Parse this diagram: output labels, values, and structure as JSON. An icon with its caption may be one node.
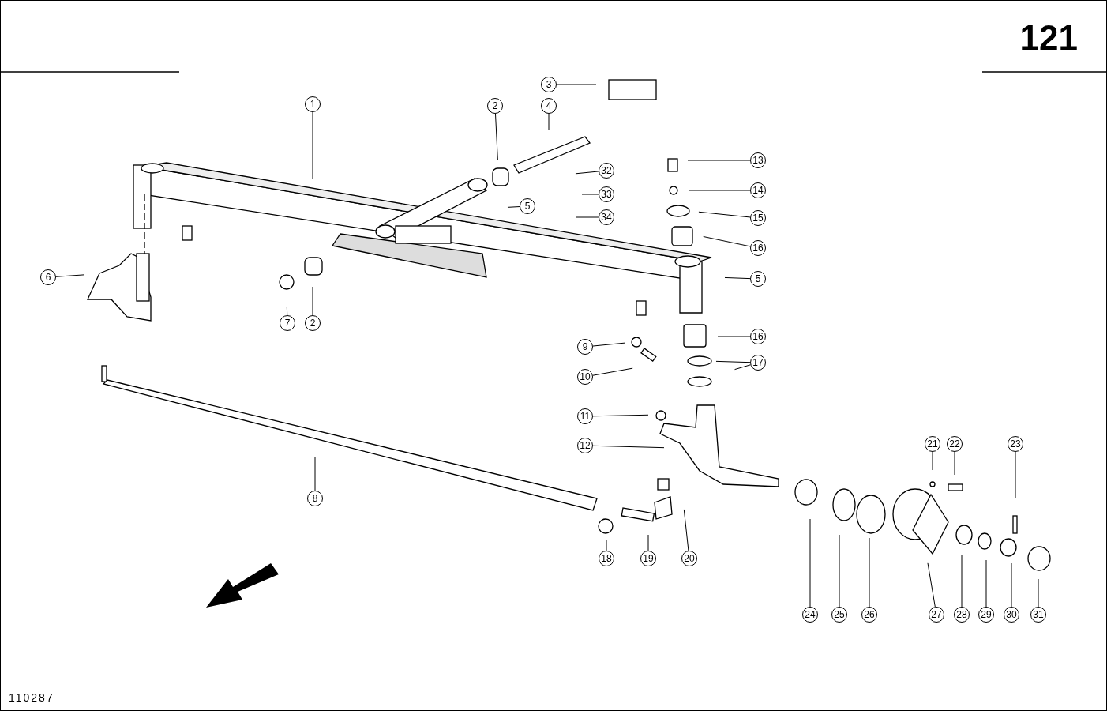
{
  "diagram": {
    "nodes": [
      {
        "text": [
          "1"
        ]
      },
      {
        "text": [
          "2"
        ]
      },
      {
        "text": [
          "3"
        ]
      },
      {
        "text": [
          "4"
        ]
      },
      {
        "text": [
          "5"
        ]
      },
      {
        "text": [
          "32"
        ]
      },
      {
        "text": [
          "33"
        ]
      },
      {
        "text": [
          "34"
        ]
      },
      {
        "text": [
          "13"
        ]
      },
      {
        "text": [
          "14"
        ]
      },
      {
        "text": [
          "15"
        ]
      },
      {
        "text": [
          "16"
        ]
      },
      {
        "text": [
          "6"
        ]
      },
      {
        "text": [
          "5"
        ]
      },
      {
        "text": [
          "7"
        ]
      },
      {
        "text": [
          "2"
        ]
      },
      {
        "text": [
          "16"
        ]
      },
      {
        "text": [
          "9"
        ]
      },
      {
        "text": [
          "17"
        ]
      },
      {
        "text": [
          "10"
        ]
      },
      {
        "text": [
          "11"
        ]
      },
      {
        "text": [
          "12"
        ]
      },
      {
        "text": [
          "8"
        ]
      },
      {
        "text": [
          "21"
        ]
      },
      {
        "text": [
          "22"
        ]
      },
      {
        "text": [
          "23"
        ]
      },
      {
        "text": [
          "20"
        ]
      },
      {
        "text": [
          "18"
        ]
      },
      {
        "text": [
          "19"
        ]
      },
      {
        "text": [
          "24"
        ]
      },
      {
        "text": [
          "25"
        ]
      },
      {
        "text": [
          "26"
        ]
      },
      {
        "text": [
          "27"
        ]
      },
      {
        "text": [
          "28"
        ]
      },
      {
        "text": [
          "29"
        ]
      },
      {
        "text": [
          "30"
        ]
      },
      {
        "text": [
          "31"
        ]
      }
    ],
    "edges": [
      {
        "from": 0,
        "to": null,
        "arrow": "none"
      },
      {
        "from": 1,
        "to": null,
        "arrow": "none"
      },
      {
        "from": 2,
        "to": null,
        "arrow": "none"
      },
      {
        "from": 3,
        "to": null,
        "arrow": "none"
      },
      {
        "from": 4,
        "to": null,
        "arrow": "none"
      },
      {
        "from": 5,
        "to": null,
        "arrow": "none"
      },
      {
        "from": 6,
        "to": null,
        "arrow": "none"
      },
      {
        "from": 7,
        "to": null,
        "arrow": "none"
      },
      {
        "from": 8,
        "to": null,
        "arrow": "none"
      },
      {
        "from": 9,
        "to": null,
        "arrow": "none"
      },
      {
        "from": 10,
        "to": null,
        "arrow": "none"
      },
      {
        "from": 11,
        "to": null,
        "arrow": "none"
      },
      {
        "from": 12,
        "to": null,
        "arrow": "none"
      },
      {
        "from": 13,
        "to": null,
        "arrow": "none"
      },
      {
        "from": 14,
        "to": null,
        "arrow": "none"
      },
      {
        "from": 15,
        "to": null,
        "arrow": "none"
      },
      {
        "from": 16,
        "to": null,
        "arrow": "none"
      },
      {
        "from": 17,
        "to": null,
        "arrow": "none"
      },
      {
        "from": 18,
        "to": null,
        "arrow": "none"
      },
      {
        "from": 18,
        "to": null,
        "arrow": "none"
      },
      {
        "from": 19,
        "to": null,
        "arrow": "none"
      },
      {
        "from": 20,
        "to": null,
        "arrow": "none"
      },
      {
        "from": 21,
        "to": null,
        "arrow": "none"
      },
      {
        "from": 22,
        "to": null,
        "arrow": "none"
      },
      {
        "from": 23,
        "to": null,
        "arrow": "none"
      },
      {
        "from": 24,
        "to": null,
        "arrow": "none"
      },
      {
        "from": 25,
        "to": null,
        "arrow": "none"
      },
      {
        "from": 26,
        "to": null,
        "arrow": "none"
      },
      {
        "from": 27,
        "to": null,
        "arrow": "none"
      },
      {
        "from": 28,
        "to": null,
        "arrow": "none"
      },
      {
        "from": 29,
        "to": null,
        "arrow": "none"
      },
      {
        "from": 30,
        "to": null,
        "arrow": "none"
      },
      {
        "from": 31,
        "to": null,
        "arrow": "none"
      },
      {
        "from": 32,
        "to": null,
        "arrow": "none"
      },
      {
        "from": 33,
        "to": null,
        "arrow": "none"
      },
      {
        "from": 34,
        "to": null,
        "arrow": "none"
      },
      {
        "from": 35,
        "to": null,
        "arrow": "none"
      },
      {
        "from": 36,
        "to": null,
        "arrow": "none"
      }
    ],
    "labels": [
      "121",
      "110287"
    ]
  }
}
